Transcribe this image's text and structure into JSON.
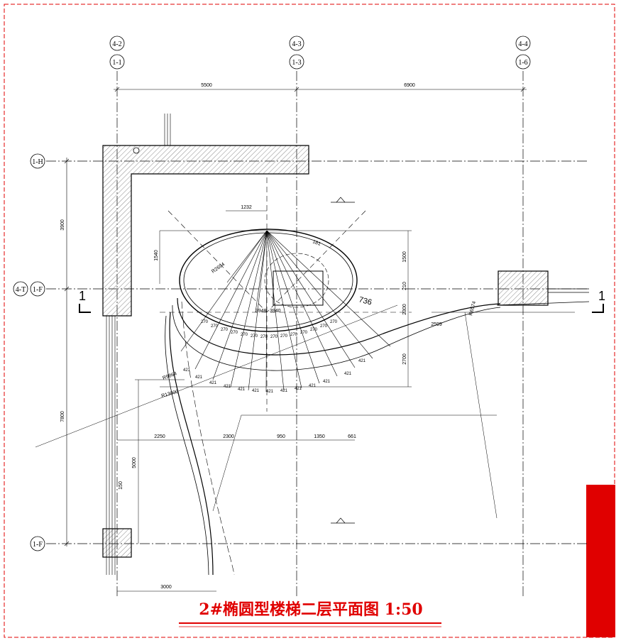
{
  "title": "2#椭圆型楼梯二层平面图 1:50",
  "axes": {
    "top": [
      {
        "upper": "4-2",
        "lower": "1-1"
      },
      {
        "upper": "4-3",
        "lower": "1-3"
      },
      {
        "upper": "4-4",
        "lower": "1-6"
      }
    ],
    "left": [
      "1-H",
      "4-T",
      "1-F",
      "1-F"
    ]
  },
  "dimensions": {
    "top_spans": [
      "5500",
      "6900"
    ],
    "left_spans": [
      "3900",
      "7800"
    ],
    "bottom_span": "3000",
    "lower_spans": [
      "2250",
      "2300",
      "950",
      "1350",
      "661"
    ],
    "inner_vertical": [
      "1540",
      "1500",
      "210",
      "2300",
      "2700",
      "5000",
      "150"
    ],
    "inner_misc": [
      "1232",
      "2599",
      "R6574",
      "R13000",
      "R2694",
      "R9864",
      "3940",
      "3940",
      "736",
      "181"
    ],
    "treads_inner": [
      "270",
      "270",
      "270",
      "270",
      "270",
      "270",
      "270",
      "270",
      "270",
      "270",
      "270",
      "270",
      "270",
      "270"
    ],
    "treads_outer": [
      "421",
      "421",
      "421",
      "421",
      "421",
      "421",
      "421",
      "421",
      "421",
      "421",
      "421",
      "421",
      "421"
    ]
  },
  "section_marks": [
    "1",
    "1"
  ],
  "colors": {
    "title": "#e00000",
    "border": "#e00000",
    "block": "#e00000"
  }
}
